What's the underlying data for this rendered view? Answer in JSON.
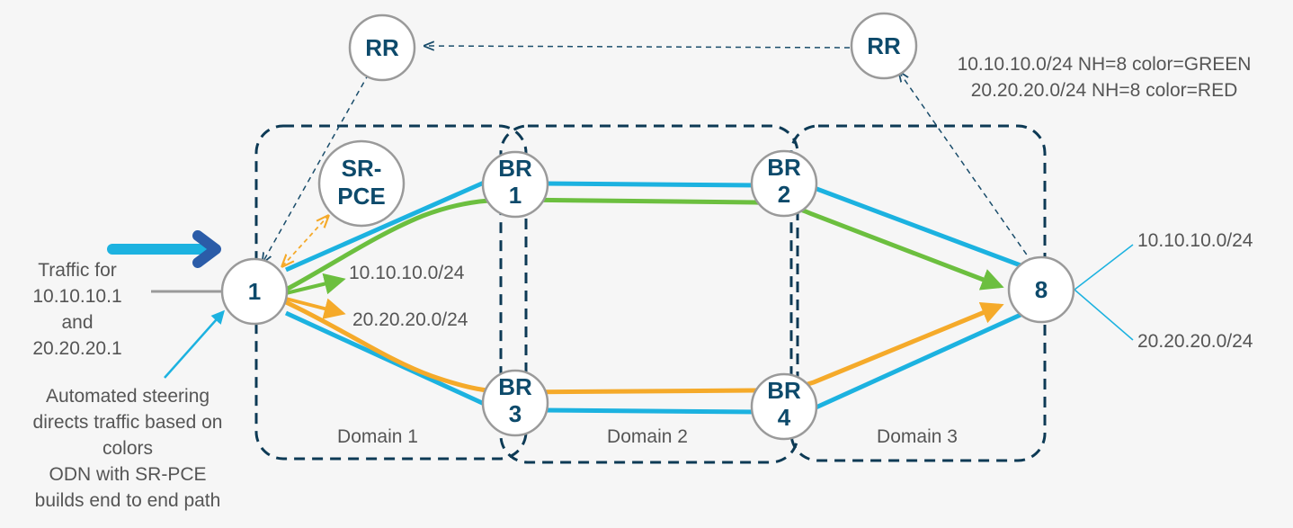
{
  "colors": {
    "blue": "#1cb2e0",
    "green": "#6cbf3f",
    "orange": "#f5aa2a",
    "domain_border": "#0d3a55",
    "node_text": "#0d4a6b",
    "text": "#555555",
    "gray_line": "#9a9a9a"
  },
  "nodes": {
    "rr_left": "RR",
    "rr_right": "RR",
    "sr_pce_line1": "SR-",
    "sr_pce_line2": "PCE",
    "n1": "1",
    "br1_line1": "BR",
    "br1_line2": "1",
    "br2_line1": "BR",
    "br2_line2": "2",
    "br3_line1": "BR",
    "br3_line2": "3",
    "br4_line1": "BR",
    "br4_line2": "4",
    "n8": "8"
  },
  "domains": [
    "Domain 1",
    "Domain 2",
    "Domain 3"
  ],
  "rr_advert": {
    "line1": "10.10.10.0/24 NH=8 color=GREEN",
    "line2": "20.20.20.0/24 NH=8 color=RED"
  },
  "prefixes": {
    "green_prefix": "10.10.10.0/24",
    "orange_prefix": "20.20.20.0/24",
    "dest_top": "10.10.10.0/24",
    "dest_bottom": "20.20.20.0/24"
  },
  "traffic_label": [
    "Traffic for",
    "10.10.10.1",
    "and",
    "20.20.20.1"
  ],
  "steering_note": [
    "Automated steering",
    "directs traffic based on",
    "colors",
    "ODN with SR-PCE",
    "builds end to end path"
  ]
}
